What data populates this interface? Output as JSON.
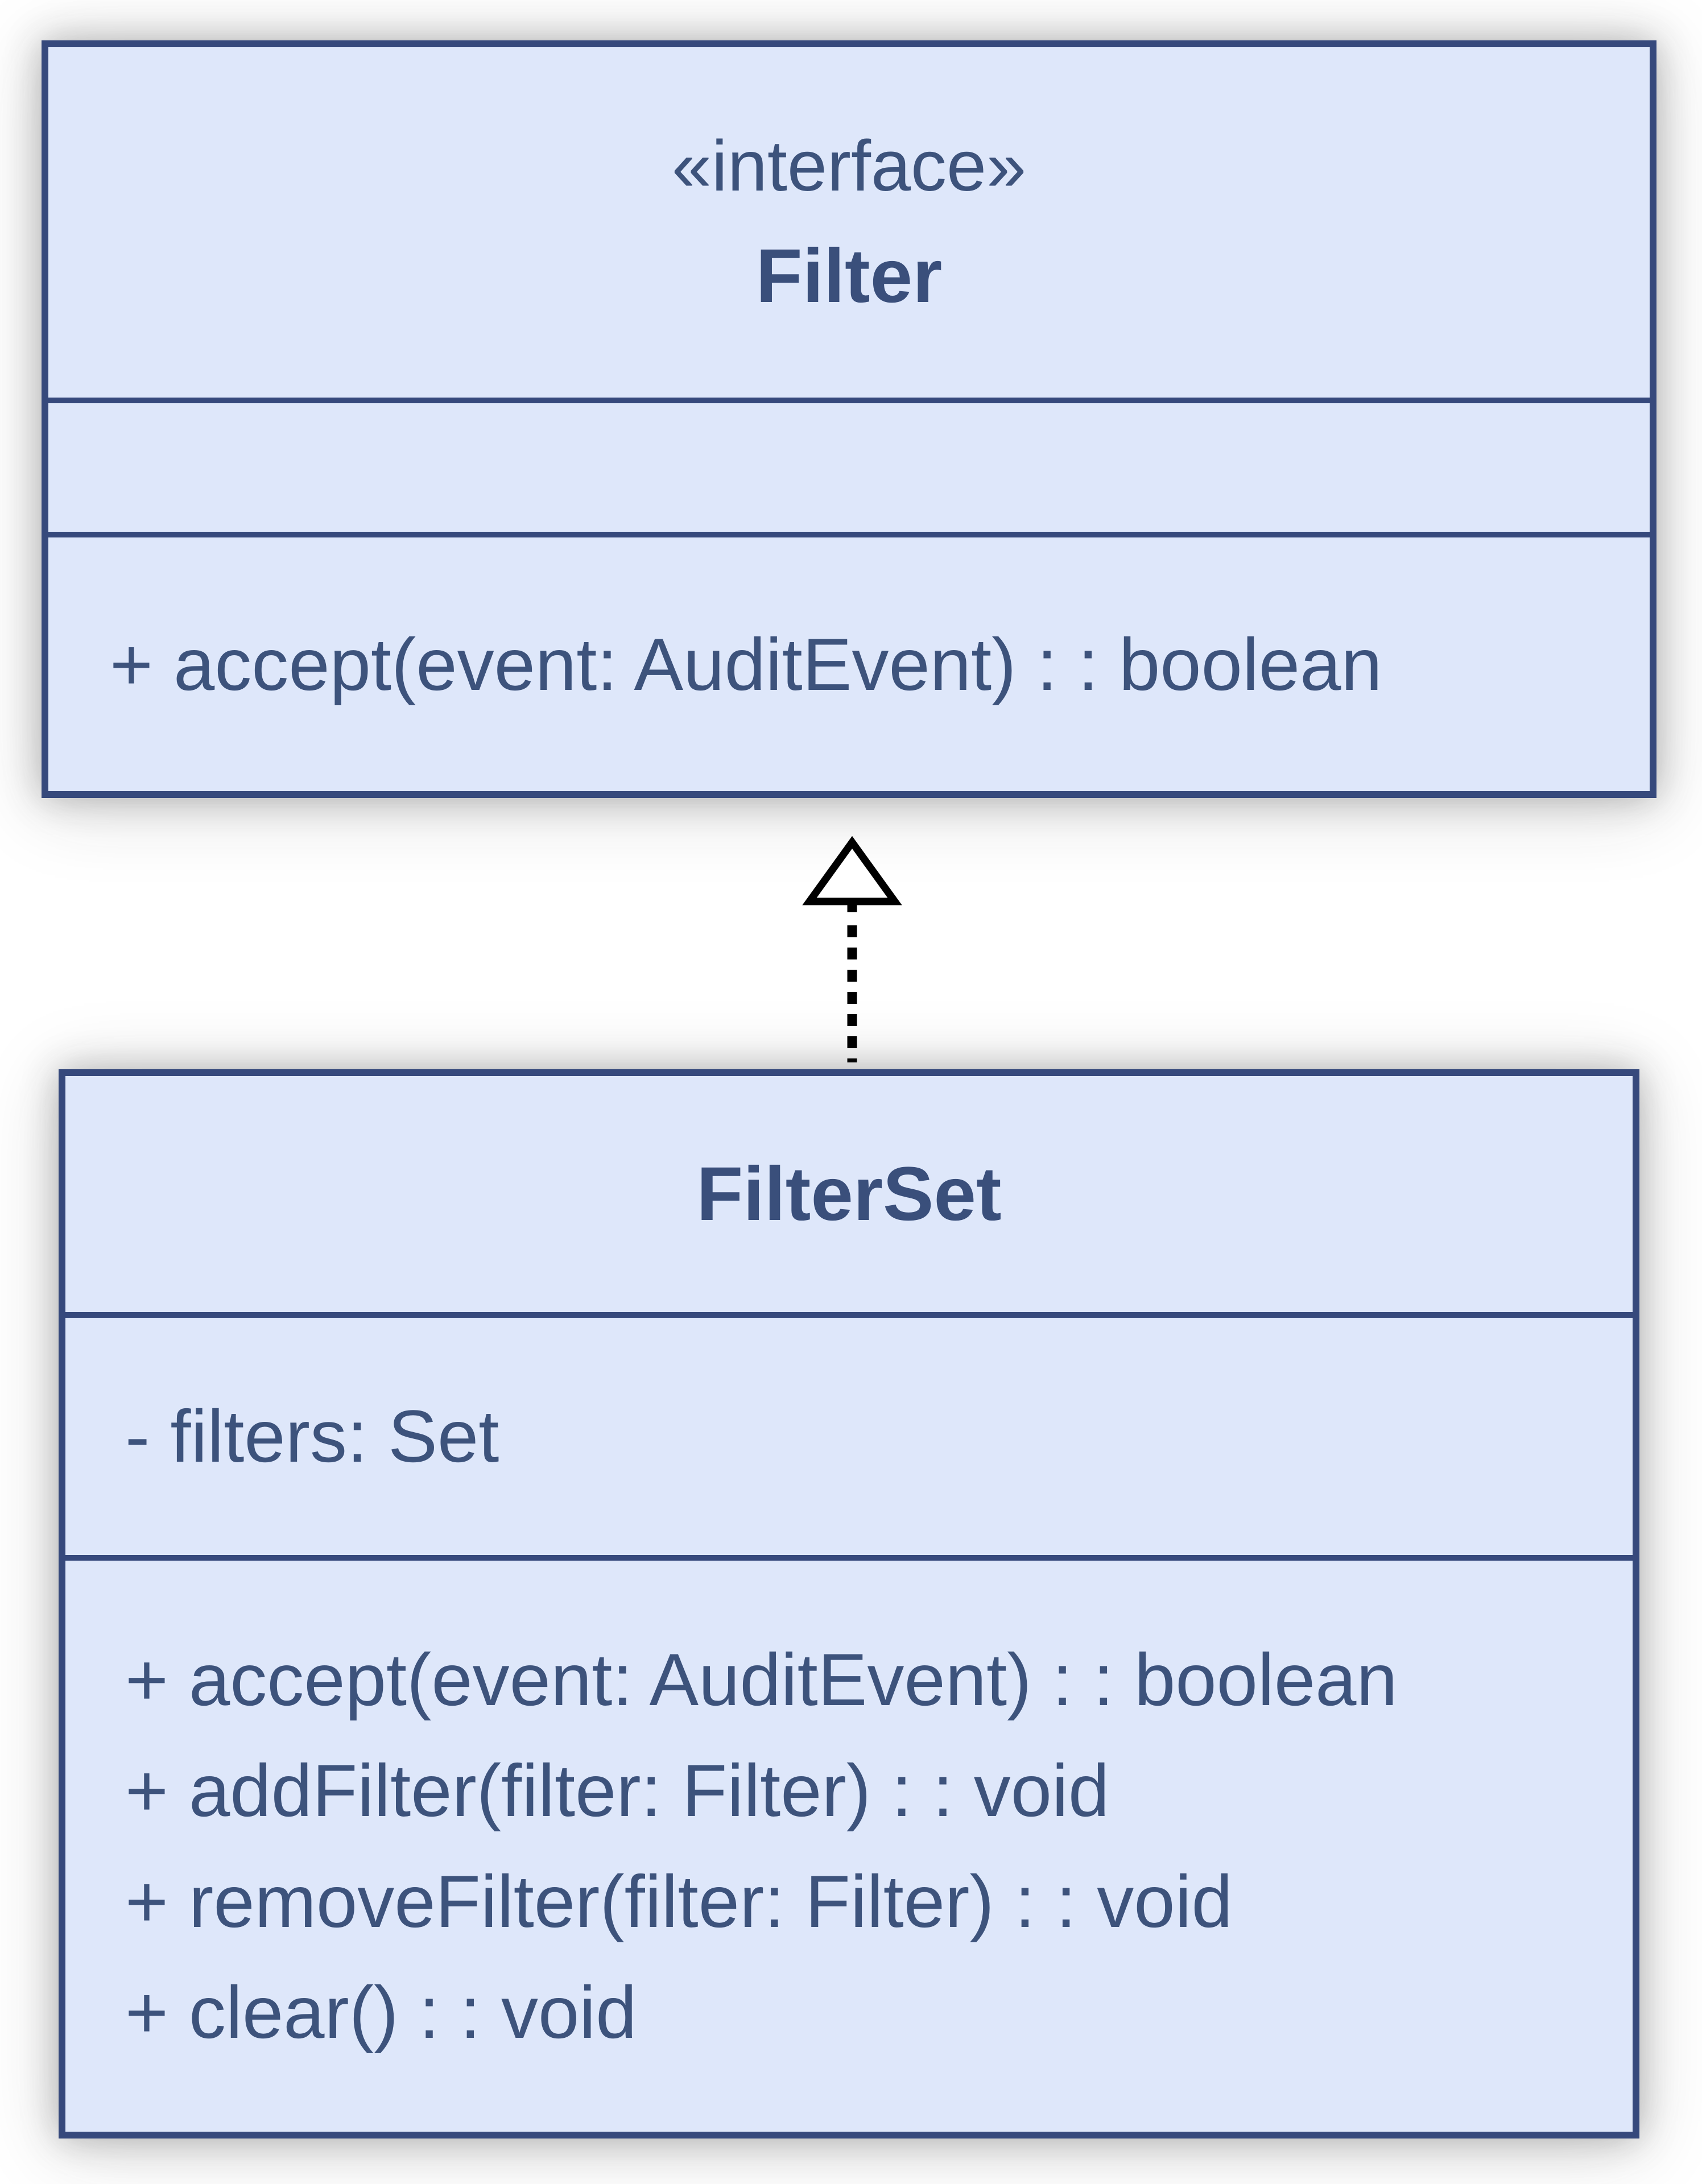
{
  "interface_box": {
    "stereotype": "«interface»",
    "name": "Filter",
    "methods": [
      "+ accept(event: AuditEvent) : : boolean"
    ]
  },
  "class_box": {
    "name": "FilterSet",
    "attributes": [
      "- filters: Set"
    ],
    "methods": [
      "+ accept(event: AuditEvent) : : boolean",
      "+ addFilter(filter: Filter) : : void",
      "+ removeFilter(filter: Filter) : : void",
      "+ clear() : : void"
    ]
  },
  "relationship": {
    "type": "realization",
    "from": "FilterSet",
    "to": "Filter",
    "line_style": "dashed",
    "arrowhead": "hollow-triangle-up"
  },
  "colors": {
    "background": "#ffffff",
    "box_fill": "#dee7fa",
    "box_border": "#36497c",
    "text": "#3d537c",
    "arrow": "#000000"
  }
}
